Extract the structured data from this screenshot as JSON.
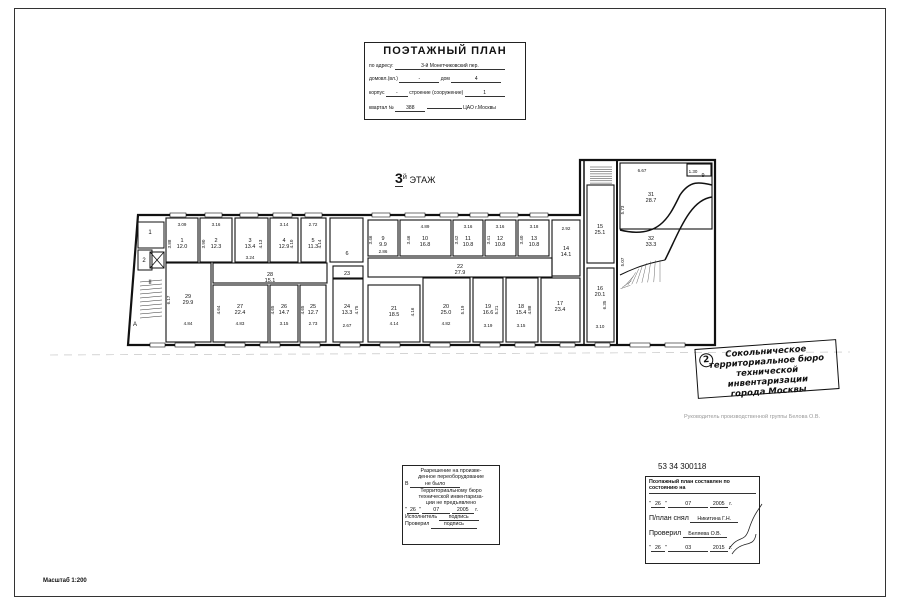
{
  "title_block": {
    "title": "ПОЭТАЖНЫЙ ПЛАН",
    "address_label": "по адресу:",
    "address_value": "3-й Монетчиковский пер.",
    "domovl_label": "домовл.(вл.)",
    "domovl_value": "-",
    "dom_label": "дом",
    "dom_value": "4",
    "korpus_label": "корпус",
    "korpus_value": "-",
    "stroenie_label": "строение (сооружение)",
    "stroenie_value": "1",
    "kvartal_label": "квартал №",
    "kvartal_value": "388",
    "district": "ЦАО г.Москвы"
  },
  "floor_label": {
    "number": "3",
    "suffix": "й",
    "text": "ЭТАЖ"
  },
  "rooms": [
    {
      "num": "1",
      "area": "12.0",
      "dims": [
        "3.09",
        "3.88"
      ]
    },
    {
      "num": "2",
      "area": "12.3",
      "dims": [
        "3.16",
        "3.90"
      ]
    },
    {
      "num": "3",
      "area": "13.4",
      "dims": [
        "4.13",
        "3.24"
      ]
    },
    {
      "num": "4",
      "area": "12.9",
      "dims": [
        "3.14",
        "4.10"
      ]
    },
    {
      "num": "5",
      "area": "11.3",
      "dims": [
        "2.72",
        "4.14"
      ]
    },
    {
      "num": "6",
      "area": "",
      "dims": []
    },
    {
      "num": "9",
      "area": "9.9",
      "dims": [
        "3.46",
        "2.86"
      ]
    },
    {
      "num": "10",
      "area": "16.8",
      "dims": [
        "4.89",
        "3.46"
      ]
    },
    {
      "num": "11",
      "area": "10.8",
      "dims": [
        "3.16",
        "3.42"
      ]
    },
    {
      "num": "12",
      "area": "10.8",
      "dims": [
        "3.16",
        "3.41"
      ]
    },
    {
      "num": "13",
      "area": "10.8",
      "dims": [
        "3.18",
        "3.40"
      ]
    },
    {
      "num": "14",
      "area": "14.1",
      "dims": [
        "2.92"
      ]
    },
    {
      "num": "28",
      "area": "15.1",
      "dims": []
    },
    {
      "num": "29",
      "area": "29.9",
      "dims": [
        "6.17",
        "4.84"
      ]
    },
    {
      "num": "27",
      "area": "22.4",
      "dims": [
        "4.64",
        "4.83"
      ]
    },
    {
      "num": "26",
      "area": "14.7",
      "dims": [
        "4.65",
        "3.15"
      ]
    },
    {
      "num": "25",
      "area": "12.7",
      "dims": [
        "4.65",
        "2.73"
      ]
    },
    {
      "num": "23",
      "area": "",
      "dims": []
    },
    {
      "num": "24",
      "area": "13.3",
      "dims": [
        "4.75",
        "2.67"
      ]
    },
    {
      "num": "22",
      "area": "27.9",
      "dims": []
    },
    {
      "num": "21",
      "area": "18.5",
      "dims": [
        "4.16",
        "4.14"
      ]
    },
    {
      "num": "20",
      "area": "25.0",
      "dims": [
        "5.19",
        "4.82"
      ]
    },
    {
      "num": "19",
      "area": "16.6",
      "dims": [
        "5.21",
        "3.19"
      ]
    },
    {
      "num": "18",
      "area": "15.4",
      "dims": [
        "4.88",
        "3.15"
      ]
    },
    {
      "num": "17",
      "area": "23.4",
      "dims": []
    },
    {
      "num": "15",
      "area": "25.1",
      "dims": []
    },
    {
      "num": "16",
      "area": "20.1",
      "dims": [
        "6.35",
        "3.10"
      ]
    },
    {
      "num": "31",
      "area": "28.7",
      "dims": [
        "6.67",
        "5.73"
      ]
    },
    {
      "num": "32",
      "area": "33.3",
      "dims": [
        "5.07"
      ]
    },
    {
      "num": "9",
      "area": "",
      "dims": [
        "1.30"
      ]
    }
  ],
  "stair_labels": [
    "1",
    "2",
    "I",
    "II",
    "А"
  ],
  "stamp": {
    "number": "2",
    "lines": [
      "Сокольническое",
      "территориальное бюро",
      "технической инвентаризации",
      "города Москвы"
    ]
  },
  "faint_note": "Руководитель производственной группы Белова О.В.",
  "permission_box": {
    "line1": "Разрешение на произве-",
    "line2": "денное переоборудование",
    "in_label": "В",
    "in_value": "не было",
    "line3": "Территориальному бюро",
    "line4": "технической инвентариза-",
    "line5": "ции не предъявлено",
    "day": "26",
    "month": "07",
    "year": "2005",
    "year_suffix": "г.",
    "executor_label": "Исполнитель",
    "executor_value": "подпись",
    "checker_label": "Проверил",
    "checker_value": "подпись"
  },
  "inventory_code": "53 34 300118",
  "state_box": {
    "header": "Поэтажный план составлен по состоянию на",
    "day": "26",
    "month": "07",
    "year": "2005",
    "year_suffix": "г.",
    "taken_label": "П/план снял",
    "taken_value": "Никитина Г.Н.",
    "checked_label": "Проверил",
    "checked_value": "Беляева О.В.",
    "day2": "26",
    "month2": "03",
    "year2": "2015",
    "year2_suffix": "г."
  },
  "scale": "Масштаб 1:200"
}
